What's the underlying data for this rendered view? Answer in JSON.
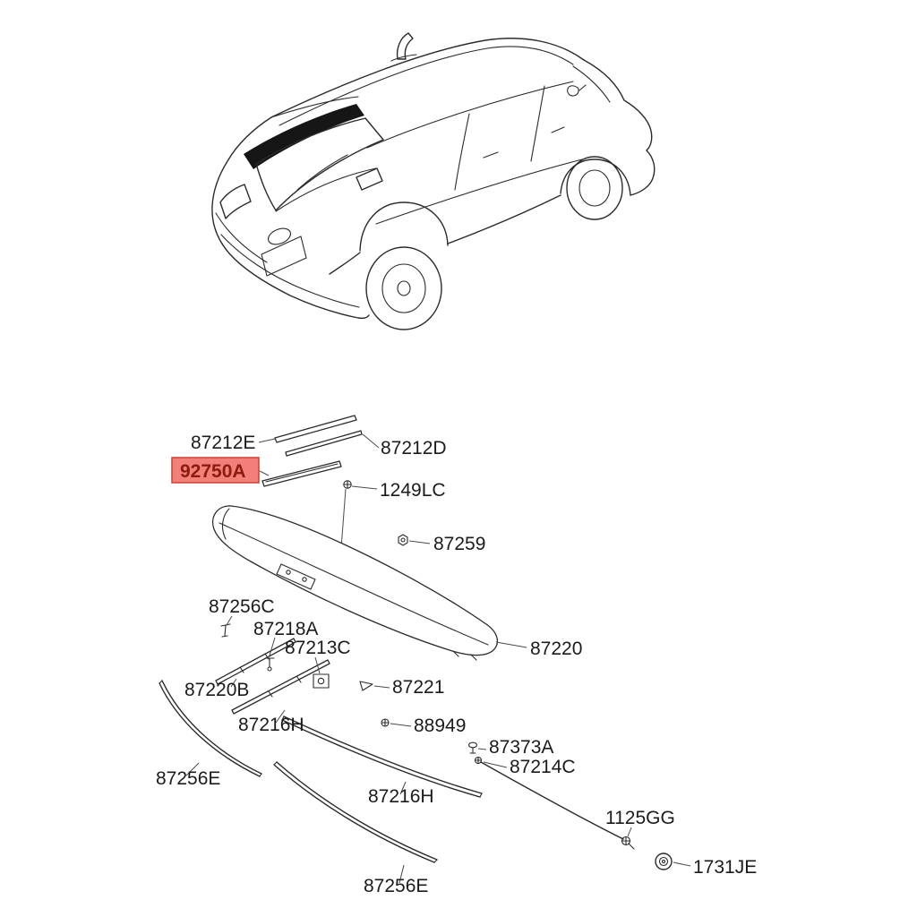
{
  "colors": {
    "line": "#2b2b2b",
    "label_text": "#1b1b1b",
    "leader": "#4a4a4a",
    "highlight_fill": "#f08078",
    "highlight_border": "#d23c30",
    "highlight_text": "#8e1a12",
    "tint_band": "#161616",
    "background": "#ffffff"
  },
  "diagram": {
    "type": "exploded-parts-diagram"
  },
  "parts": [
    {
      "label": "87212E",
      "icon": "moulding-strip-icon",
      "highlighted": false
    },
    {
      "label": "87212D",
      "icon": "moulding-strip-icon",
      "highlighted": false
    },
    {
      "label": "92750A",
      "icon": "moulding-strip-icon",
      "highlighted": true
    },
    {
      "label": "1249LC",
      "icon": "screw-icon",
      "highlighted": false
    },
    {
      "label": "87259",
      "icon": "nut-icon",
      "highlighted": false
    },
    {
      "label": "87256C",
      "icon": "clip-icon",
      "highlighted": false
    },
    {
      "label": "87218A",
      "icon": "clip-icon",
      "highlighted": false
    },
    {
      "label": "87213C",
      "icon": "bracket-icon",
      "highlighted": false
    },
    {
      "label": "87220B",
      "icon": "moulding-strip-icon",
      "highlighted": false
    },
    {
      "label": "87221",
      "icon": "clip-icon",
      "highlighted": false
    },
    {
      "label": "87220",
      "icon": "spoiler-icon",
      "highlighted": false
    },
    {
      "label": "87216H",
      "icon": "moulding-strip-icon",
      "highlighted": false
    },
    {
      "label": "88949",
      "icon": "screw-icon",
      "highlighted": false
    },
    {
      "label": "87373A",
      "icon": "clip-icon",
      "highlighted": false
    },
    {
      "label": "87214C",
      "icon": "rod-icon",
      "highlighted": false
    },
    {
      "label": "87256E",
      "icon": "weatherstrip-icon",
      "highlighted": false
    },
    {
      "label": "87216H",
      "icon": "moulding-strip-icon",
      "highlighted": false
    },
    {
      "label": "1125GG",
      "icon": "screw-icon",
      "highlighted": false
    },
    {
      "label": "1731JE",
      "icon": "grommet-icon",
      "highlighted": false
    },
    {
      "label": "87256E",
      "icon": "weatherstrip-icon",
      "highlighted": false
    }
  ]
}
